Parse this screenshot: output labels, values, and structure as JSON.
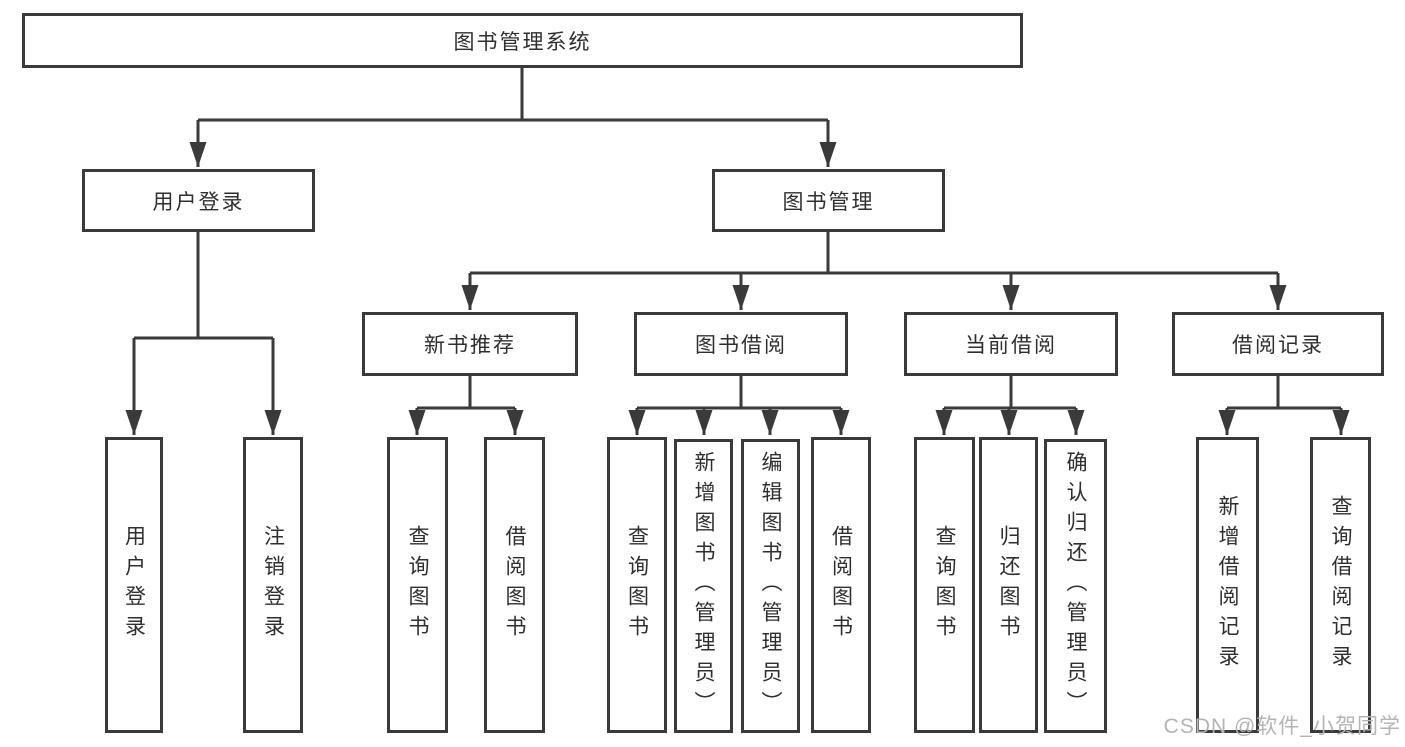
{
  "diagram": {
    "title_node": "图书管理系统",
    "type": "hierarchy-tree"
  },
  "nodes": {
    "root": {
      "label": "图书管理系统"
    },
    "user_login": {
      "label": "用户登录"
    },
    "book_mgmt": {
      "label": "图书管理"
    },
    "new_book_rec": {
      "label": "新书推荐"
    },
    "book_borrow": {
      "label": "图书借阅"
    },
    "current_borrow": {
      "label": "当前借阅"
    },
    "borrow_record": {
      "label": "借阅记录"
    },
    "leaf_user_login": {
      "label": "用户登录"
    },
    "leaf_logout": {
      "label": "注销登录"
    },
    "leaf_nbr_query": {
      "label": "查询图书"
    },
    "leaf_nbr_borrow": {
      "label": "借阅图书"
    },
    "leaf_bb_query": {
      "label": "查询图书"
    },
    "leaf_bb_add": {
      "label": "新增图书（管理员）"
    },
    "leaf_bb_edit": {
      "label": "编辑图书（管理员）"
    },
    "leaf_bb_borrow": {
      "label": "借阅图书"
    },
    "leaf_cb_query": {
      "label": "查询图书"
    },
    "leaf_cb_return": {
      "label": "归还图书"
    },
    "leaf_cb_confirm": {
      "label": "确认归还（管理员）"
    },
    "leaf_br_add": {
      "label": "新增借阅记录"
    },
    "leaf_br_query": {
      "label": "查询借阅记录"
    }
  },
  "watermark": {
    "text": "CSDN @软件_小贺同学",
    "color": "#b4b4b4"
  },
  "colors": {
    "line": "#3a3a3a",
    "box_border": "#3a3a3a",
    "text": "#2f2f2f",
    "background": "#ffffff"
  }
}
